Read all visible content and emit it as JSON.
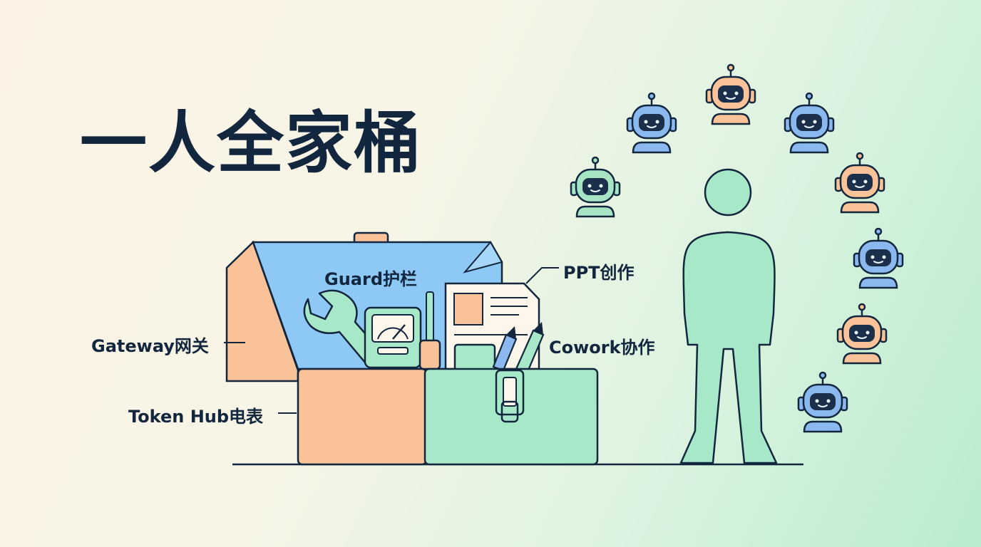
{
  "title": "一人全家桶",
  "labels": {
    "guard": "Guard护栏",
    "ppt": "PPT创作",
    "gateway": "Gateway网关",
    "cowork": "Cowork协作",
    "token_hub": "Token Hub电表"
  },
  "colors": {
    "ink": "#12263e",
    "blue": "#8ec9f6",
    "peach": "#f9c298",
    "mint": "#a7e8c8",
    "robot_blue": "#8ab8ef",
    "robot_green": "#a6e4c4"
  },
  "icons": {
    "toolbox": "toolbox-icon",
    "wrench": "wrench-icon",
    "gauge": "gauge-meter-icon",
    "screwdriver": "screwdriver-icon",
    "document": "document-icon",
    "pencils": "pencil-icon",
    "person": "person-silhouette-icon",
    "robots": "robot-icon"
  }
}
